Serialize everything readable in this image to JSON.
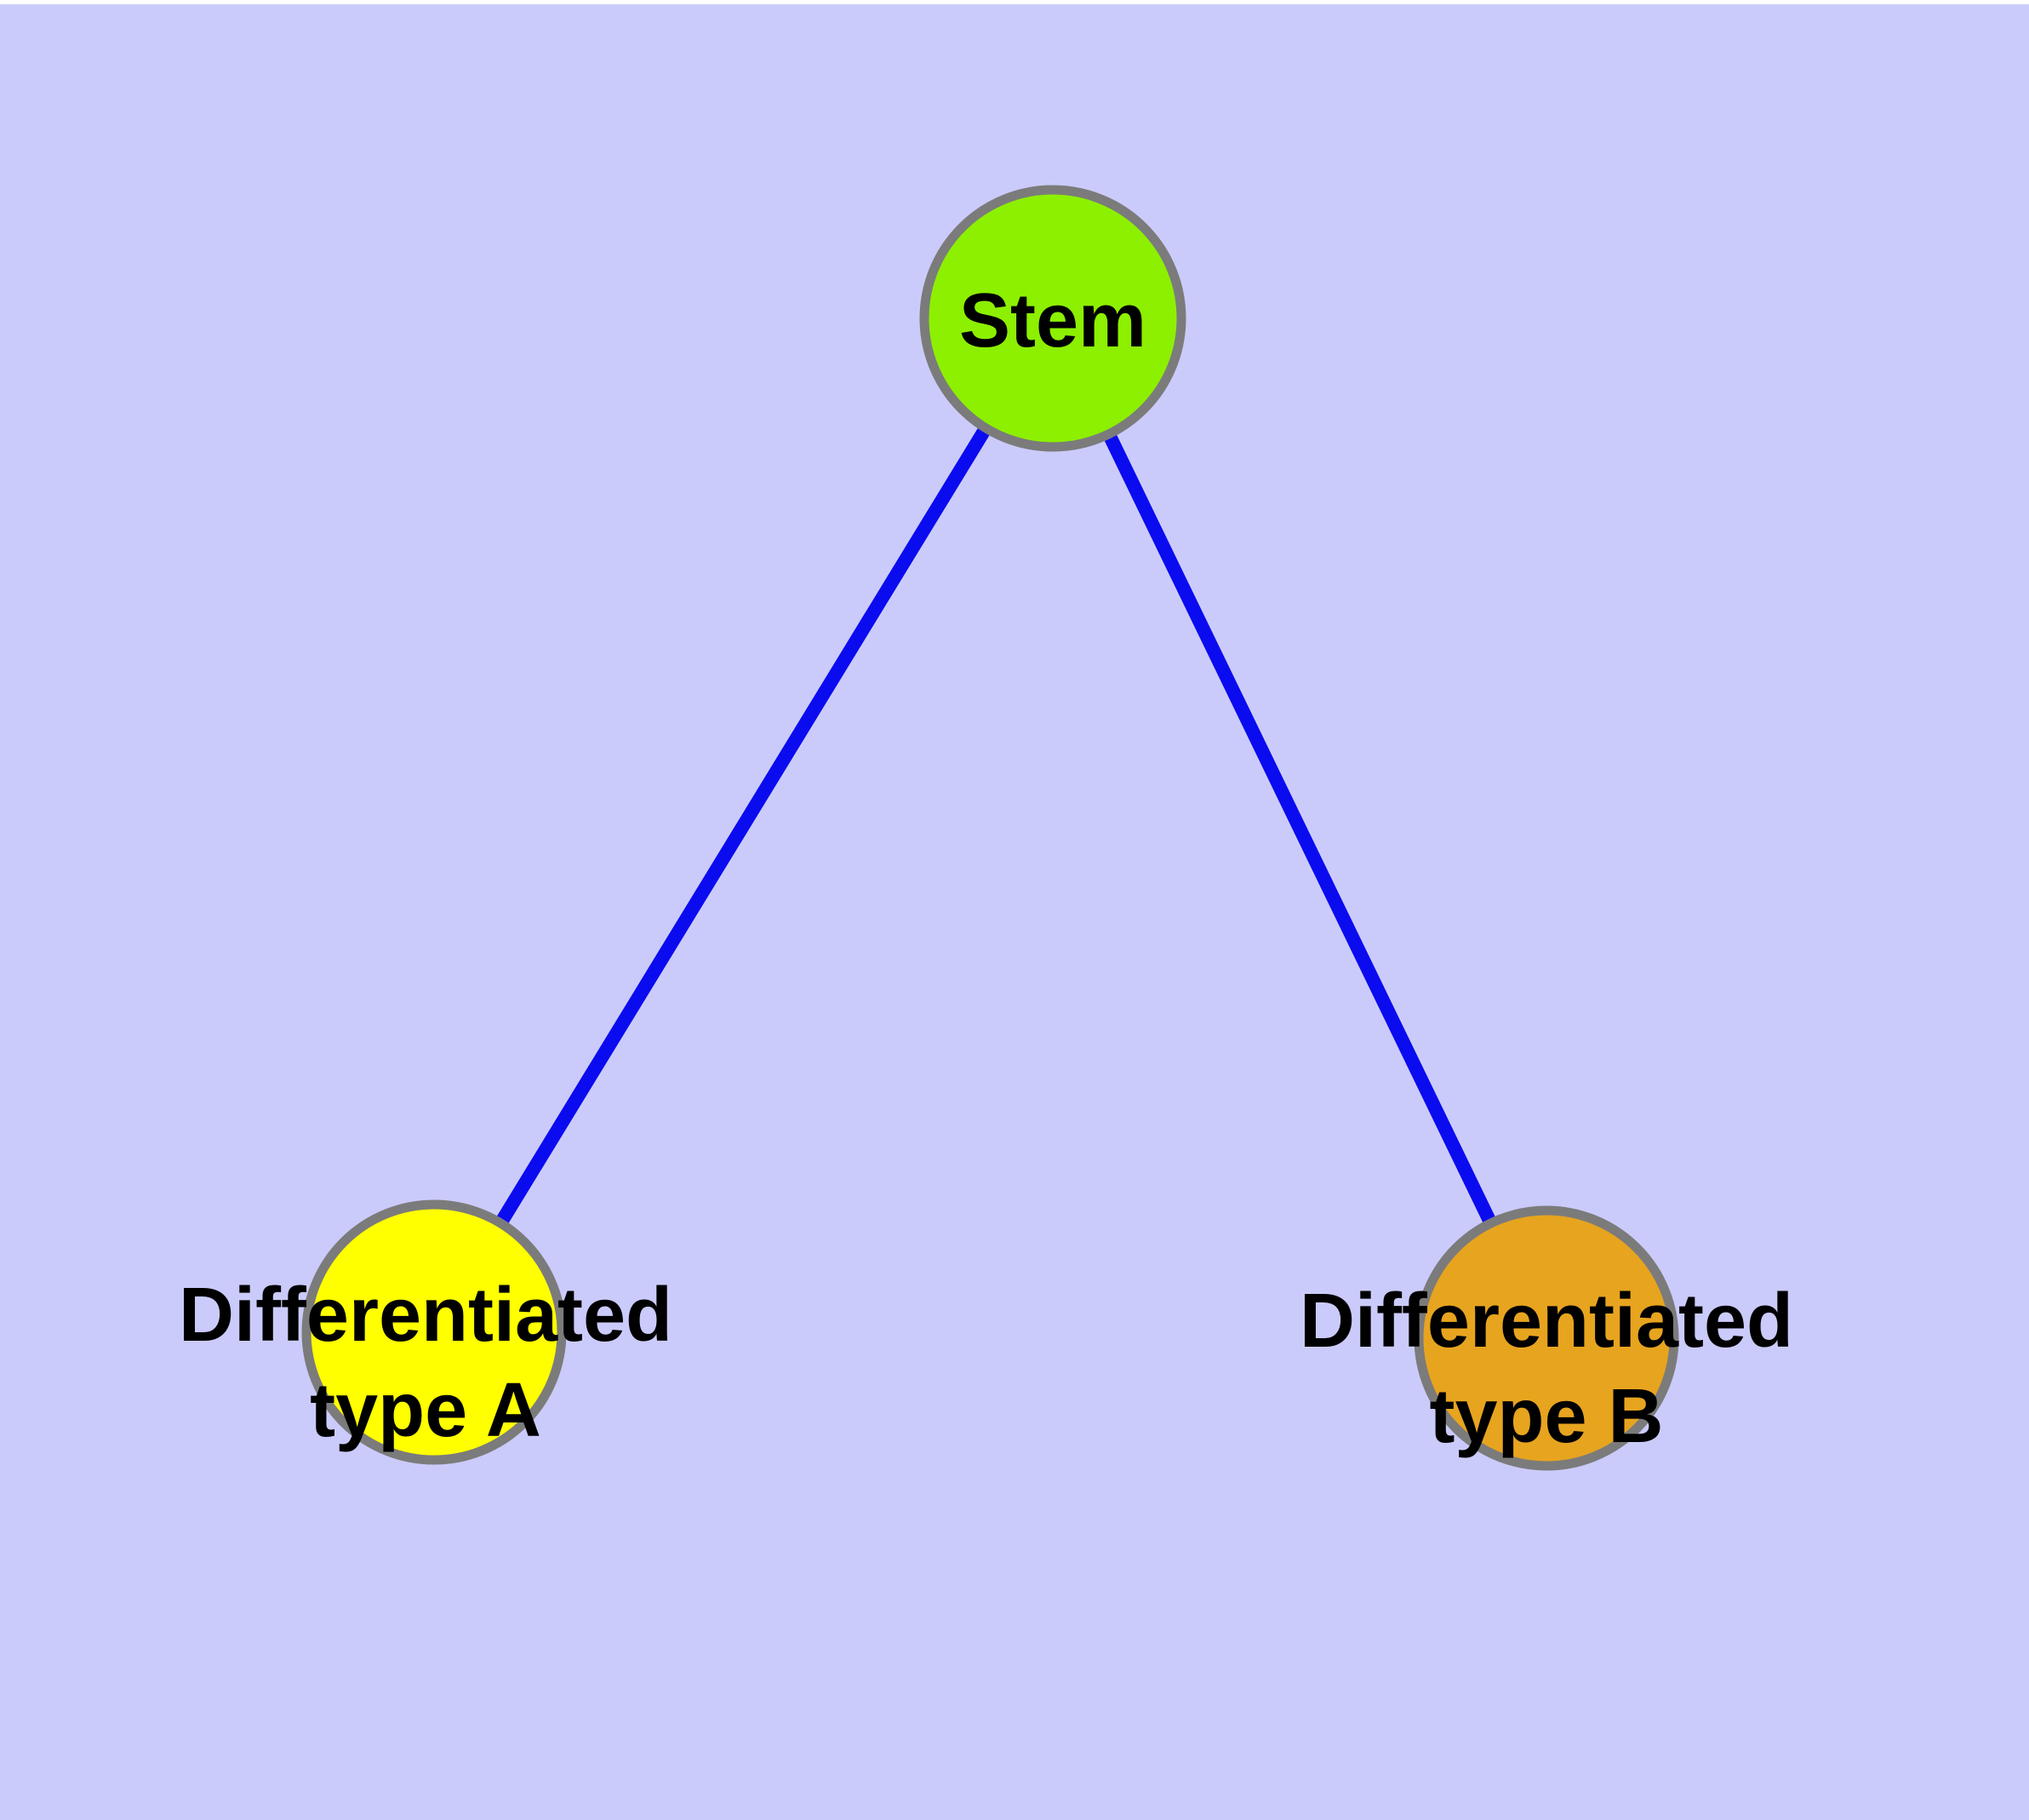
{
  "diagram": {
    "background_color": "#CBCBFB",
    "top_margin_color": "#FFFFFF",
    "edge_color": "#0B0BF0",
    "node_border_color": "#7B7B7B",
    "text_color": "#000000"
  },
  "nodes": {
    "stem": {
      "id": "stem",
      "label": "Stem",
      "fill_color": "#8CF000"
    },
    "type_a": {
      "id": "type_a",
      "label_line1": "Differentiated",
      "label_line2": "type A",
      "fill_color": "#FFFF00"
    },
    "type_b": {
      "id": "type_b",
      "label_line1": "Differentiated",
      "label_line2": "type B",
      "fill_color": "#E7A41F"
    }
  },
  "edges": [
    {
      "from": "Stem",
      "to": "Differentiated type A"
    },
    {
      "from": "Stem",
      "to": "Differentiated type B"
    }
  ]
}
